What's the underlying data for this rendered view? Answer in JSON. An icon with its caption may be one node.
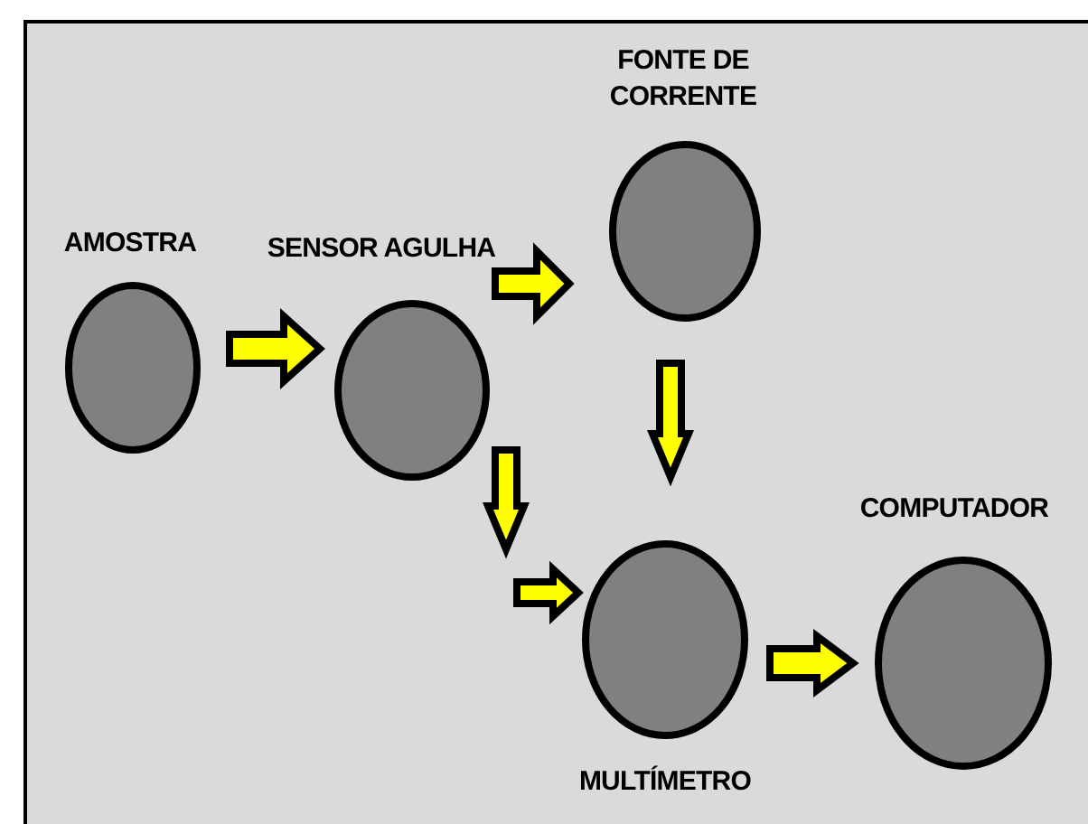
{
  "diagram": {
    "nodes": [
      {
        "text": [
          "AMOSTRA"
        ]
      },
      {
        "text": [
          "SENSOR AGULHA"
        ]
      },
      {
        "text": [
          "FONTE DE CORRENTE"
        ]
      },
      {
        "text": [
          "MULTÍMETRO"
        ]
      },
      {
        "text": [
          "COMPUTADOR"
        ]
      }
    ],
    "edges": [
      {
        "from": 0,
        "to": 1,
        "arrow": "to"
      },
      {
        "from": 1,
        "to": 2,
        "arrow": "to"
      },
      {
        "from": 2,
        "to": 3,
        "arrow": "to"
      },
      {
        "from": 1,
        "to": 3,
        "arrow": "to"
      },
      {
        "from": 3,
        "to": 4,
        "arrow": "to"
      }
    ]
  }
}
